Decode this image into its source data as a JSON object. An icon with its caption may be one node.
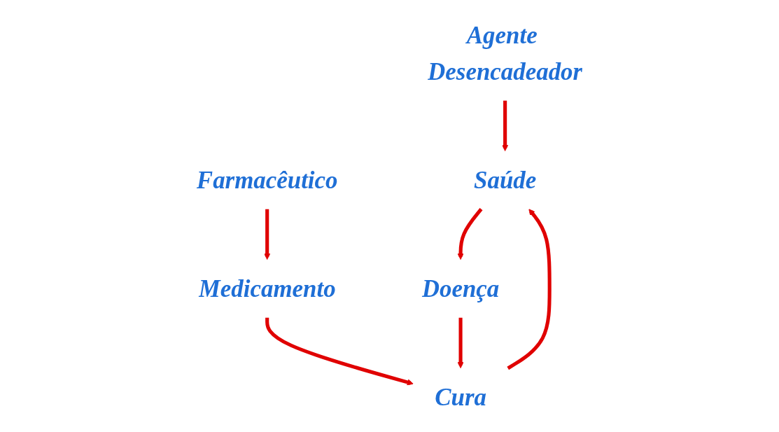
{
  "diagram": {
    "nodes": [
      {
        "text": [
          "Agente Desencadeador"
        ]
      },
      {
        "text": [
          "Farmacêutico"
        ]
      },
      {
        "text": [
          "Saúde"
        ]
      },
      {
        "text": [
          "Cura"
        ]
      },
      {
        "text": [
          "Medicamento"
        ]
      },
      {
        "text": [
          "Doença"
        ]
      }
    ],
    "edges": [
      {
        "from": 0,
        "to": 2,
        "arrow": "to"
      },
      {
        "from": 1,
        "to": 4,
        "arrow": "to"
      },
      {
        "from": 2,
        "to": 5,
        "arrow": "to"
      },
      {
        "from": 5,
        "to": 3,
        "arrow": "to"
      },
      {
        "from": 3,
        "to": 2,
        "arrow": "to"
      },
      {
        "from": 4,
        "to": 3,
        "arrow": "to"
      }
    ]
  }
}
